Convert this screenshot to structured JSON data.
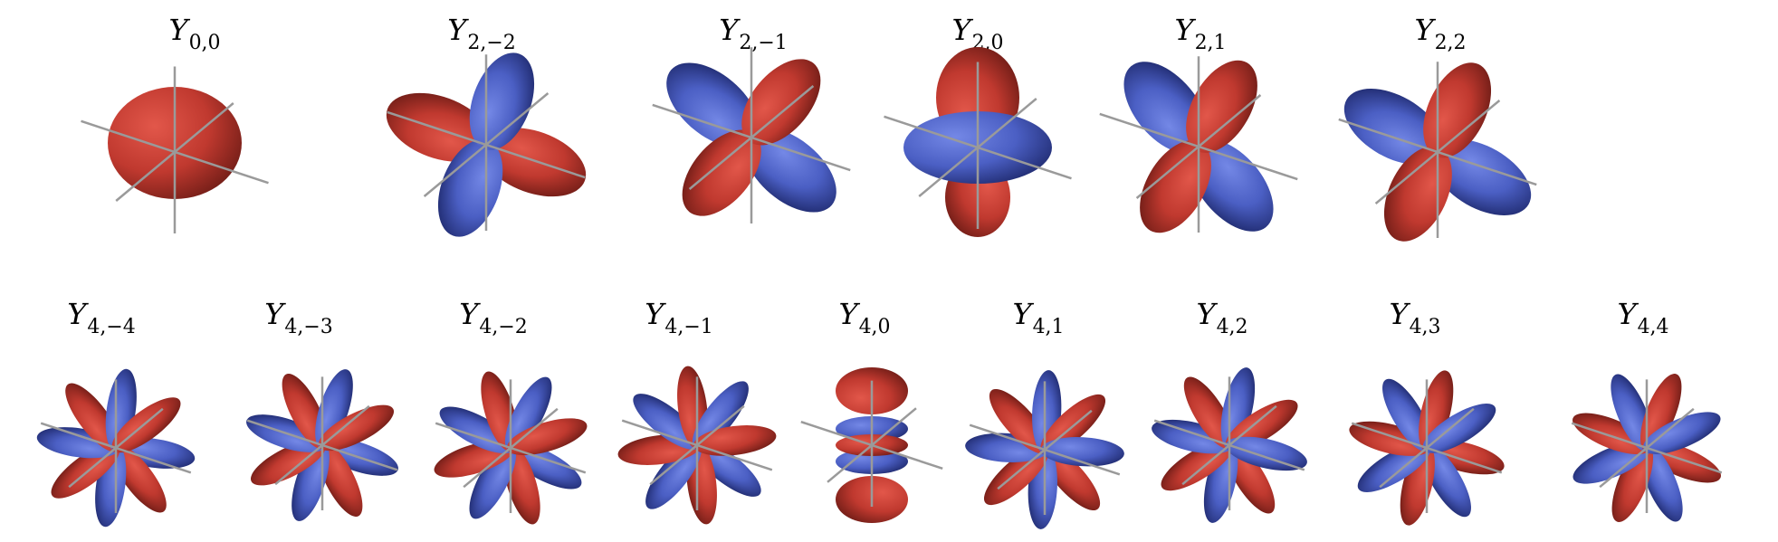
{
  "colors": {
    "positive": "#c0392f",
    "negative": "#4b5fc4",
    "axes": "#9a9a9a"
  },
  "rows": [
    {
      "items": [
        {
          "symbol": "Y",
          "subscript": "0,0",
          "l": 0,
          "m": 0
        },
        {
          "symbol": "Y",
          "subscript": "2,−2",
          "l": 2,
          "m": -2
        },
        {
          "symbol": "Y",
          "subscript": "2,−1",
          "l": 2,
          "m": -1
        },
        {
          "symbol": "Y",
          "subscript": "2,0",
          "l": 2,
          "m": 0
        },
        {
          "symbol": "Y",
          "subscript": "2,1",
          "l": 2,
          "m": 1
        },
        {
          "symbol": "Y",
          "subscript": "2,2",
          "l": 2,
          "m": 2
        }
      ]
    },
    {
      "items": [
        {
          "symbol": "Y",
          "subscript": "4,−4",
          "l": 4,
          "m": -4
        },
        {
          "symbol": "Y",
          "subscript": "4,−3",
          "l": 4,
          "m": -3
        },
        {
          "symbol": "Y",
          "subscript": "4,−2",
          "l": 4,
          "m": -2
        },
        {
          "symbol": "Y",
          "subscript": "4,−1",
          "l": 4,
          "m": -1
        },
        {
          "symbol": "Y",
          "subscript": "4,0",
          "l": 4,
          "m": 0
        },
        {
          "symbol": "Y",
          "subscript": "4,1",
          "l": 4,
          "m": 1
        },
        {
          "symbol": "Y",
          "subscript": "4,2",
          "l": 4,
          "m": 2
        },
        {
          "symbol": "Y",
          "subscript": "4,3",
          "l": 4,
          "m": 3
        },
        {
          "symbol": "Y",
          "subscript": "4,4",
          "l": 4,
          "m": 4
        }
      ]
    }
  ]
}
